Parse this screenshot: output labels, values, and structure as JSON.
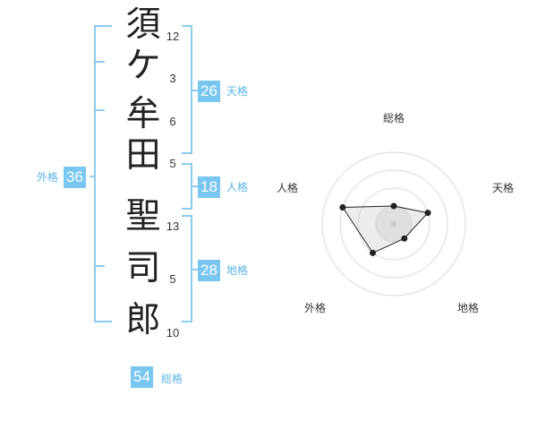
{
  "name": {
    "characters": [
      {
        "char": "須",
        "strokes": "12"
      },
      {
        "char": "ケ",
        "strokes": "3"
      },
      {
        "char": "牟",
        "strokes": "6"
      },
      {
        "char": "田",
        "strokes": "5"
      },
      {
        "char": "聖",
        "strokes": "13"
      },
      {
        "char": "司",
        "strokes": "5"
      },
      {
        "char": "郎",
        "strokes": "10"
      }
    ]
  },
  "fortune": {
    "tenkaku": {
      "value": "26",
      "label": "天格"
    },
    "jinkaku": {
      "value": "18",
      "label": "人格"
    },
    "chikaku": {
      "value": "28",
      "label": "地格"
    },
    "gaikaku": {
      "value": "36",
      "label": "外格"
    },
    "soukaku": {
      "value": "54",
      "label": "総格"
    }
  },
  "colors": {
    "accent": "#79c7f1",
    "bracket": "#8ccbef",
    "accent_text": "#5cb4e6"
  },
  "chart_data": {
    "type": "radar",
    "axes": [
      "総格",
      "天格",
      "地格",
      "外格",
      "人格"
    ],
    "rings": 4,
    "values": [
      1,
      2,
      1,
      2,
      3
    ],
    "max": 4
  }
}
